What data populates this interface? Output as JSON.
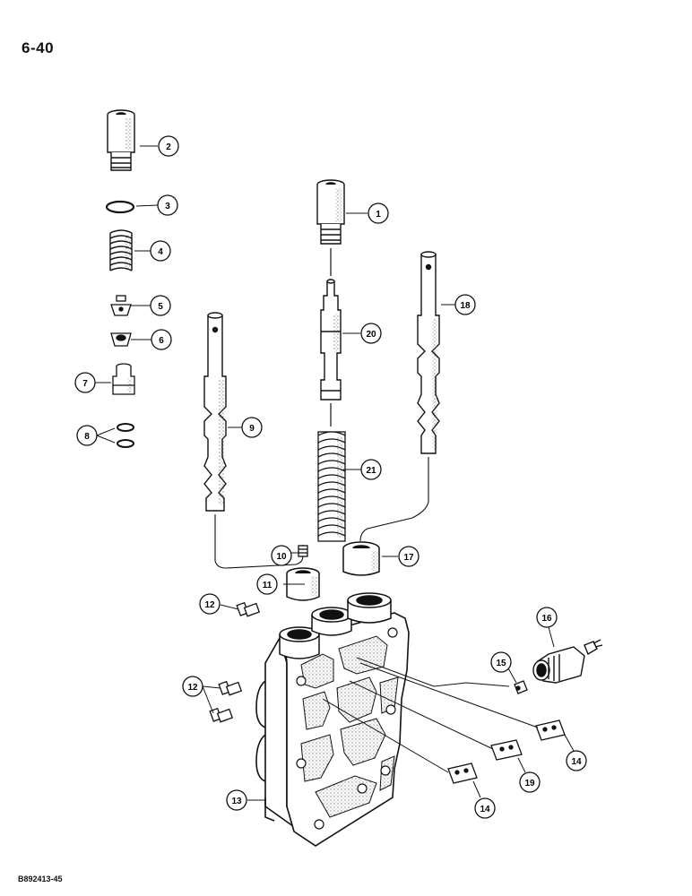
{
  "page_number": "6-40",
  "figure_code": "B892413-45",
  "callouts": [
    {
      "id": "c1",
      "label": "1"
    },
    {
      "id": "c2",
      "label": "2"
    },
    {
      "id": "c3",
      "label": "3"
    },
    {
      "id": "c4",
      "label": "4"
    },
    {
      "id": "c5",
      "label": "5"
    },
    {
      "id": "c6",
      "label": "6"
    },
    {
      "id": "c7",
      "label": "7"
    },
    {
      "id": "c8",
      "label": "8"
    },
    {
      "id": "c9",
      "label": "9"
    },
    {
      "id": "c10",
      "label": "10"
    },
    {
      "id": "c11",
      "label": "11"
    },
    {
      "id": "c12a",
      "label": "12"
    },
    {
      "id": "c12b",
      "label": "12"
    },
    {
      "id": "c13",
      "label": "13"
    },
    {
      "id": "c14a",
      "label": "14"
    },
    {
      "id": "c14b",
      "label": "14"
    },
    {
      "id": "c15",
      "label": "15"
    },
    {
      "id": "c16",
      "label": "16"
    },
    {
      "id": "c17",
      "label": "17"
    },
    {
      "id": "c18",
      "label": "18"
    },
    {
      "id": "c19",
      "label": "19"
    },
    {
      "id": "c20",
      "label": "20"
    },
    {
      "id": "c21",
      "label": "21"
    }
  ]
}
